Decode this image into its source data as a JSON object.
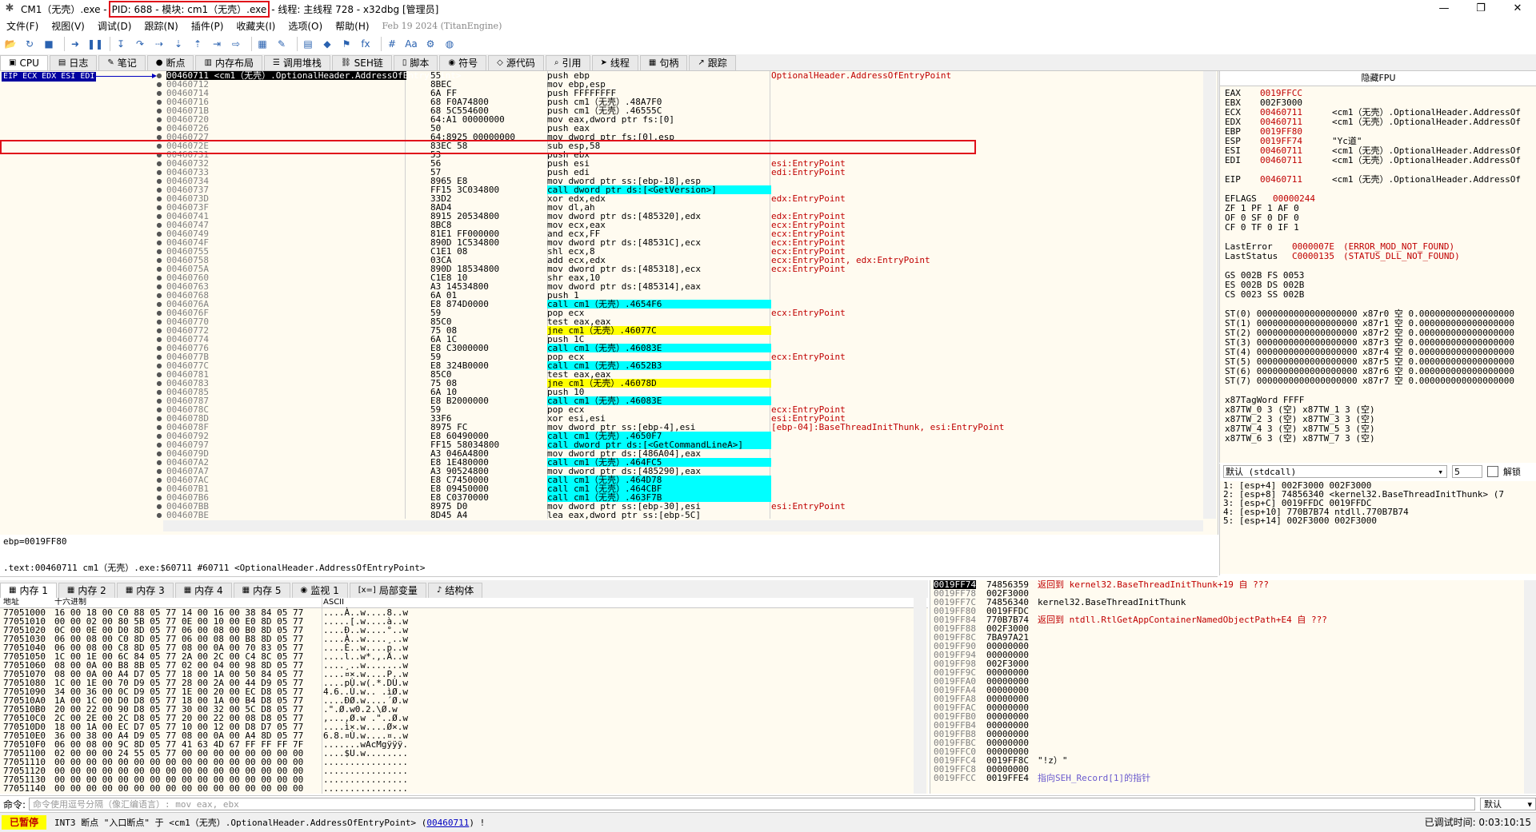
{
  "title": {
    "prefix": "CM1（无壳）.exe - ",
    "pid_module": "PID: 688 - 模块: cm1（无壳）.exe",
    "suffix": " - 线程: 主线程 728 - x32dbg [管理员]"
  },
  "window_controls": {
    "minimize": "—",
    "restore": "❐",
    "close": "✕"
  },
  "menu": {
    "items": [
      "文件(F)",
      "视图(V)",
      "调试(D)",
      "跟踪(N)",
      "插件(P)",
      "收藏夹(I)",
      "选项(O)",
      "帮助(H)"
    ],
    "build_info": "Feb 19 2024 (TitanEngine)"
  },
  "toolbar": {
    "icons": [
      "open-icon",
      "restart-icon",
      "stop-icon",
      "run-icon",
      "pause-icon",
      "step-into-icon",
      "step-over-icon",
      "trace-into-icon",
      "trace-over-icon",
      "execute-till-return-icon",
      "run-to-user-code-icon",
      "animate-icon",
      "patch-icon",
      "comment-icon",
      "bookmark-icon",
      "label-icon",
      "function-icon",
      "hash-icon",
      "font-icon",
      "options-icon",
      "calculator-icon",
      "globe-icon"
    ],
    "glyphs": [
      "📂",
      "↻",
      "■",
      "➜",
      "❚❚",
      "↧",
      "↷",
      "⇢",
      "⇣",
      "⇡",
      "⇥",
      "⇨",
      "▦",
      "✎",
      "▤",
      "◆",
      "⚑",
      "fx",
      "#",
      "Aa",
      "⚙",
      "◍"
    ]
  },
  "tabs": [
    {
      "label": "CPU",
      "icon": "cpu-icon",
      "glyph": "▣",
      "active": true
    },
    {
      "label": "日志",
      "icon": "log-icon",
      "glyph": "▤"
    },
    {
      "label": "笔记",
      "icon": "notes-icon",
      "glyph": "✎"
    },
    {
      "label": "断点",
      "icon": "breakpoint-icon",
      "glyph": "●"
    },
    {
      "label": "内存布局",
      "icon": "memory-map-icon",
      "glyph": "▥"
    },
    {
      "label": "调用堆栈",
      "icon": "call-stack-icon",
      "glyph": "☰"
    },
    {
      "label": "SEH链",
      "icon": "seh-icon",
      "glyph": "⛓"
    },
    {
      "label": "脚本",
      "icon": "script-icon",
      "glyph": "▯"
    },
    {
      "label": "符号",
      "icon": "symbols-icon",
      "glyph": "◉"
    },
    {
      "label": "源代码",
      "icon": "source-icon",
      "glyph": "◇"
    },
    {
      "label": "引用",
      "icon": "references-icon",
      "glyph": "⌕"
    },
    {
      "label": "线程",
      "icon": "threads-icon",
      "glyph": "➤"
    },
    {
      "label": "句柄",
      "icon": "handles-icon",
      "glyph": "▦"
    },
    {
      "label": "跟踪",
      "icon": "trace-icon",
      "glyph": "↗"
    }
  ],
  "disasm": {
    "eip_label": "EIP ECX EDX ESI EDI",
    "rows": [
      {
        "addr": "00460711 <cm1（无壳）.OptionalHeader.AddressOfEntryPoint>",
        "bytes": "55",
        "asm": "push ebp",
        "cmt": "OptionalHeader.AddressOfEntryPoint",
        "cur": true
      },
      {
        "addr": "00460712",
        "bytes": "8BEC",
        "asm": "mov ebp,esp",
        "cmt": ""
      },
      {
        "addr": "00460714",
        "bytes": "6A FF",
        "asm": "push FFFFFFFF",
        "cmt": ""
      },
      {
        "addr": "00460716",
        "bytes": "68 F0A74800",
        "asm": "push cm1（无壳）.48A7F0",
        "cmt": ""
      },
      {
        "addr": "0046071B",
        "bytes": "68 5C554600",
        "asm": "push cm1（无壳）.46555C",
        "cmt": ""
      },
      {
        "addr": "00460720",
        "bytes": "64:A1 00000000",
        "asm": "mov eax,dword ptr fs:[0]",
        "cmt": ""
      },
      {
        "addr": "00460726",
        "bytes": "50",
        "asm": "push eax",
        "cmt": ""
      },
      {
        "addr": "00460727",
        "bytes": "64:8925 00000000",
        "asm": "mov dword ptr fs:[0],esp",
        "cmt": ""
      },
      {
        "addr": "0046072E",
        "bytes": "83EC 58",
        "asm": "sub esp,58",
        "cmt": ""
      },
      {
        "addr": "00460731",
        "bytes": "53",
        "asm": "push ebx",
        "cmt": ""
      },
      {
        "addr": "00460732",
        "bytes": "56",
        "asm": "push esi",
        "cmt": "esi:EntryPoint"
      },
      {
        "addr": "00460733",
        "bytes": "57",
        "asm": "push edi",
        "cmt": "edi:EntryPoint"
      },
      {
        "addr": "00460734",
        "bytes": "8965 E8",
        "asm": "mov dword ptr ss:[ebp-18],esp",
        "cmt": ""
      },
      {
        "addr": "00460737",
        "bytes": "FF15 3C034800",
        "asm": "call dword ptr ds:[<GetVersion>]",
        "cmt": "",
        "hl": "call"
      },
      {
        "addr": "0046073D",
        "bytes": "33D2",
        "asm": "xor edx,edx",
        "cmt": "edx:EntryPoint"
      },
      {
        "addr": "0046073F",
        "bytes": "8AD4",
        "asm": "mov dl,ah",
        "cmt": ""
      },
      {
        "addr": "00460741",
        "bytes": "8915 20534800",
        "asm": "mov dword ptr ds:[485320],edx",
        "cmt": "edx:EntryPoint"
      },
      {
        "addr": "00460747",
        "bytes": "8BC8",
        "asm": "mov ecx,eax",
        "cmt": "ecx:EntryPoint"
      },
      {
        "addr": "00460749",
        "bytes": "81E1 FF000000",
        "asm": "and ecx,FF",
        "cmt": "ecx:EntryPoint"
      },
      {
        "addr": "0046074F",
        "bytes": "890D 1C534800",
        "asm": "mov dword ptr ds:[48531C],ecx",
        "cmt": "ecx:EntryPoint"
      },
      {
        "addr": "00460755",
        "bytes": "C1E1 08",
        "asm": "shl ecx,8",
        "cmt": "ecx:EntryPoint"
      },
      {
        "addr": "00460758",
        "bytes": "03CA",
        "asm": "add ecx,edx",
        "cmt": "ecx:EntryPoint, edx:EntryPoint"
      },
      {
        "addr": "0046075A",
        "bytes": "890D 18534800",
        "asm": "mov dword ptr ds:[485318],ecx",
        "cmt": "ecx:EntryPoint"
      },
      {
        "addr": "00460760",
        "bytes": "C1E8 10",
        "asm": "shr eax,10",
        "cmt": ""
      },
      {
        "addr": "00460763",
        "bytes": "A3 14534800",
        "asm": "mov dword ptr ds:[485314],eax",
        "cmt": ""
      },
      {
        "addr": "00460768",
        "bytes": "6A 01",
        "asm": "push 1",
        "cmt": ""
      },
      {
        "addr": "0046076A",
        "bytes": "E8 874D0000",
        "asm": "call cm1（无壳）.4654F6",
        "cmt": "",
        "hl": "call"
      },
      {
        "addr": "0046076F",
        "bytes": "59",
        "asm": "pop ecx",
        "cmt": "ecx:EntryPoint"
      },
      {
        "addr": "00460770",
        "bytes": "85C0",
        "asm": "test eax,eax",
        "cmt": ""
      },
      {
        "addr": "00460772",
        "bytes": "75 08",
        "asm": "jne cm1（无壳）.46077C",
        "cmt": "",
        "hl": "jmp"
      },
      {
        "addr": "00460774",
        "bytes": "6A 1C",
        "asm": "push 1C",
        "cmt": ""
      },
      {
        "addr": "00460776",
        "bytes": "E8 C3000000",
        "asm": "call cm1（无壳）.46083E",
        "cmt": "",
        "hl": "call"
      },
      {
        "addr": "0046077B",
        "bytes": "59",
        "asm": "pop ecx",
        "cmt": "ecx:EntryPoint"
      },
      {
        "addr": "0046077C",
        "bytes": "E8 324B0000",
        "asm": "call cm1（无壳）.4652B3",
        "cmt": "",
        "hl": "call"
      },
      {
        "addr": "00460781",
        "bytes": "85C0",
        "asm": "test eax,eax",
        "cmt": ""
      },
      {
        "addr": "00460783",
        "bytes": "75 08",
        "asm": "jne cm1（无壳）.46078D",
        "cmt": "",
        "hl": "jmp"
      },
      {
        "addr": "00460785",
        "bytes": "6A 10",
        "asm": "push 10",
        "cmt": ""
      },
      {
        "addr": "00460787",
        "bytes": "E8 B2000000",
        "asm": "call cm1（无壳）.46083E",
        "cmt": "",
        "hl": "call"
      },
      {
        "addr": "0046078C",
        "bytes": "59",
        "asm": "pop ecx",
        "cmt": "ecx:EntryPoint"
      },
      {
        "addr": "0046078D",
        "bytes": "33F6",
        "asm": "xor esi,esi",
        "cmt": "esi:EntryPoint"
      },
      {
        "addr": "0046078F",
        "bytes": "8975 FC",
        "asm": "mov dword ptr ss:[ebp-4],esi",
        "cmt": "[ebp-04]:BaseThreadInitThunk, esi:EntryPoint"
      },
      {
        "addr": "00460792",
        "bytes": "E8 60490000",
        "asm": "call cm1（无壳）.4650F7",
        "cmt": "",
        "hl": "call"
      },
      {
        "addr": "00460797",
        "bytes": "FF15 58034800",
        "asm": "call dword ptr ds:[<GetCommandLineA>]",
        "cmt": "",
        "hl": "call"
      },
      {
        "addr": "0046079D",
        "bytes": "A3 046A4800",
        "asm": "mov dword ptr ds:[486A04],eax",
        "cmt": ""
      },
      {
        "addr": "004607A2",
        "bytes": "E8 1E480000",
        "asm": "call cm1（无壳）.464FC5",
        "cmt": "",
        "hl": "call"
      },
      {
        "addr": "004607A7",
        "bytes": "A3 90524800",
        "asm": "mov dword ptr ds:[485290],eax",
        "cmt": ""
      },
      {
        "addr": "004607AC",
        "bytes": "E8 C7450000",
        "asm": "call cm1（无壳）.464D78",
        "cmt": "",
        "hl": "call"
      },
      {
        "addr": "004607B1",
        "bytes": "E8 09450000",
        "asm": "call cm1（无壳）.464CBF",
        "cmt": "",
        "hl": "call"
      },
      {
        "addr": "004607B6",
        "bytes": "E8 C0370000",
        "asm": "call cm1（无壳）.463F7B",
        "cmt": "",
        "hl": "call"
      },
      {
        "addr": "004607BB",
        "bytes": "8975 D0",
        "asm": "mov dword ptr ss:[ebp-30],esi",
        "cmt": "esi:EntryPoint"
      },
      {
        "addr": "004607BE",
        "bytes": "8D45 A4",
        "asm": "lea eax,dword ptr ss:[ebp-5C]",
        "cmt": ""
      }
    ]
  },
  "info": {
    "line1": "ebp=0019FF80",
    "line2": ".text:00460711 cm1（无壳）.exe:$60711 #60711 <OptionalHeader.AddressOfEntryPoint>"
  },
  "registers": {
    "header": "隐藏FPU",
    "gp": [
      {
        "name": "EAX",
        "val": "0019FFCC",
        "cmt": ""
      },
      {
        "name": "EBX",
        "val": "002F3000",
        "cmt": "",
        "black": true
      },
      {
        "name": "ECX",
        "val": "00460711",
        "cmt": "<cm1（无壳）.OptionalHeader.AddressOf"
      },
      {
        "name": "EDX",
        "val": "00460711",
        "cmt": "<cm1（无壳）.OptionalHeader.AddressOf"
      },
      {
        "name": "EBP",
        "val": "0019FF80",
        "cmt": ""
      },
      {
        "name": "ESP",
        "val": "0019FF74",
        "cmt": "\"Yc道\""
      },
      {
        "name": "ESI",
        "val": "00460711",
        "cmt": "<cm1（无壳）.OptionalHeader.AddressOf"
      },
      {
        "name": "EDI",
        "val": "00460711",
        "cmt": "<cm1（无壳）.OptionalHeader.AddressOf"
      }
    ],
    "eip": {
      "name": "EIP",
      "val": "00460711",
      "cmt": "<cm1（无壳）.OptionalHeader.AddressOf"
    },
    "eflags": {
      "name": "EFLAGS",
      "val": "00000244"
    },
    "flags": [
      "ZF 1  PF 1  AF 0",
      "OF 0  SF 0  DF 0",
      "CF 0  TF 0  IF 1"
    ],
    "last_error": {
      "name": "LastError",
      "val": "0000007E",
      "cmt": "(ERROR_MOD_NOT_FOUND)"
    },
    "last_status": {
      "name": "LastStatus",
      "val": "C0000135",
      "cmt": "(STATUS_DLL_NOT_FOUND)"
    },
    "segs": [
      "GS 002B  FS 0053",
      "ES 002B  DS 002B",
      "CS 0023  SS 002B"
    ],
    "st": [
      "ST(0) 0000000000000000000 x87r0 空 0.000000000000000000",
      "ST(1) 0000000000000000000 x87r1 空 0.000000000000000000",
      "ST(2) 0000000000000000000 x87r2 空 0.000000000000000000",
      "ST(3) 0000000000000000000 x87r3 空 0.000000000000000000",
      "ST(4) 0000000000000000000 x87r4 空 0.000000000000000000",
      "ST(5) 0000000000000000000 x87r5 空 0.000000000000000000",
      "ST(6) 0000000000000000000 x87r6 空 0.000000000000000000",
      "ST(7) 0000000000000000000 x87r7 空 0.000000000000000000"
    ],
    "tagword": "x87TagWord FFFF",
    "tw": [
      "x87TW_0 3 (空)      x87TW_1 3 (空)",
      "x87TW_2 3 (空)      x87TW_3 3 (空)",
      "x87TW_4 3 (空)      x87TW_5 3 (空)",
      "x87TW_6 3 (空)      x87TW_7 3 (空)"
    ]
  },
  "args": {
    "callconv": "默认 (stdcall)",
    "count": "5",
    "lock_label": "解锁",
    "rows": [
      "1: [esp+4] 002F3000 002F3000",
      "2: [esp+8] 74856340 <kernel32.BaseThreadInitThunk> (7",
      "3: [esp+C] 0019FFDC 0019FFDC",
      "4: [esp+10] 770B7B74 ntdll.770B7B74",
      "5: [esp+14] 002F3000 002F3000"
    ]
  },
  "bottom_tabs": [
    {
      "label": "内存 1",
      "icon": "dump-icon",
      "glyph": "▦",
      "active": true
    },
    {
      "label": "内存 2",
      "icon": "dump-icon",
      "glyph": "▦"
    },
    {
      "label": "内存 3",
      "icon": "dump-icon",
      "glyph": "▦"
    },
    {
      "label": "内存 4",
      "icon": "dump-icon",
      "glyph": "▦"
    },
    {
      "label": "内存 5",
      "icon": "dump-icon",
      "glyph": "▦"
    },
    {
      "label": "监视 1",
      "icon": "watch-icon",
      "glyph": "◉"
    },
    {
      "label": "局部变量",
      "icon": "locals-icon",
      "glyph": "[x=]"
    },
    {
      "label": "结构体",
      "icon": "struct-icon",
      "glyph": "♪"
    }
  ],
  "dump": {
    "headers": {
      "addr": "地址",
      "hex": "十六进制",
      "ascii": "ASCII"
    },
    "rows": [
      {
        "addr": "77051000",
        "hex": "16 00 18 00 C0 88 05 77 14 00 16 00 38 84 05 77",
        "asc": "....À..w....8..w"
      },
      {
        "addr": "77051010",
        "hex": "00 00 02 00 80 5B 05 77 0E 00 10 00 E0 8D 05 77",
        "asc": ".....[.w....à..w"
      },
      {
        "addr": "77051020",
        "hex": "0C 00 0E 00 D0 8D 05 77 06 00 08 00 B0 8D 05 77",
        "asc": "....Ð..w....°..w"
      },
      {
        "addr": "77051030",
        "hex": "06 00 08 00 C0 8D 05 77 06 00 08 00 B8 8D 05 77",
        "asc": "....À..w....¸..w"
      },
      {
        "addr": "77051040",
        "hex": "06 00 08 00 C8 8D 05 77 08 00 0A 00 70 83 05 77",
        "asc": "....È..w....p..w"
      },
      {
        "addr": "77051050",
        "hex": "1C 00 1E 00 6C 84 05 77 2A 00 2C 00 C4 8C 05 77",
        "asc": "....l..w*.,.Ä..w"
      },
      {
        "addr": "77051060",
        "hex": "08 00 0A 00 B8 8B 05 77 02 00 04 00 98 8D 05 77",
        "asc": "....¸..w.......w"
      },
      {
        "addr": "77051070",
        "hex": "08 00 0A 00 A4 D7 05 77 18 00 1A 00 50 84 05 77",
        "asc": "....¤×.w....P..w"
      },
      {
        "addr": "77051080",
        "hex": "1C 00 1E 00 70 D9 05 77 28 00 2A 00 44 D9 05 77",
        "asc": "....pÙ.w(.*.DÙ.w"
      },
      {
        "addr": "77051090",
        "hex": "34 00 36 00 0C D9 05 77 1E 00 20 00 EC D8 05 77",
        "asc": "4.6..Ù.w.. .ìØ.w"
      },
      {
        "addr": "770510A0",
        "hex": "1A 00 1C 00 D0 D8 05 77 18 00 1A 00 B4 D8 05 77",
        "asc": "....ÐØ.w....´Ø.w"
      },
      {
        "addr": "770510B0",
        "hex": "20 00 22 00 90 D8 05 77 30 00 32 00 5C D8 05 77",
        "asc": " .\".Ø.w0.2.\\Ø.w"
      },
      {
        "addr": "770510C0",
        "hex": "2C 00 2E 00 2C D8 05 77 20 00 22 00 08 D8 05 77",
        "asc": ",...,Ø.w .\"..Ø.w"
      },
      {
        "addr": "770510D0",
        "hex": "18 00 1A 00 EC D7 05 77 10 00 12 00 D8 D7 05 77",
        "asc": "....ì×.w....Ø×.w"
      },
      {
        "addr": "770510E0",
        "hex": "36 00 38 00 A4 D9 05 77 08 00 0A 00 A4 8D 05 77",
        "asc": "6.8.¤Ù.w....¤..w"
      },
      {
        "addr": "770510F0",
        "hex": "06 00 08 00 9C 8D 05 77 41 63 4D 67 FF FF FF 7F",
        "asc": ".......wAcMgÿÿÿ."
      },
      {
        "addr": "77051100",
        "hex": "02 00 00 00 24 55 05 77 00 00 00 00 00 00 00 00",
        "asc": "....$U.w........"
      },
      {
        "addr": "77051110",
        "hex": "00 00 00 00 00 00 00 00 00 00 00 00 00 00 00 00",
        "asc": "................"
      },
      {
        "addr": "77051120",
        "hex": "00 00 00 00 00 00 00 00 00 00 00 00 00 00 00 00",
        "asc": "................"
      },
      {
        "addr": "77051130",
        "hex": "00 00 00 00 00 00 00 00 00 00 00 00 00 00 00 00",
        "asc": "................"
      },
      {
        "addr": "77051140",
        "hex": "00 00 00 00 00 00 00 00 00 00 00 00 00 00 00 00",
        "asc": "................"
      }
    ]
  },
  "stack": {
    "rows": [
      {
        "addr": "0019FF74",
        "val": "74856359",
        "cmt": "返回到 kernel32.BaseThreadInitThunk+19 自 ???",
        "cur": true,
        "color": "red"
      },
      {
        "addr": "0019FF78",
        "val": "002F3000",
        "cmt": ""
      },
      {
        "addr": "0019FF7C",
        "val": "74856340",
        "cmt": "kernel32.BaseThreadInitThunk"
      },
      {
        "addr": "0019FF80",
        "val": "0019FFDC",
        "cmt": ""
      },
      {
        "addr": "0019FF84",
        "val": "770B7B74",
        "cmt": "返回到 ntdll.RtlGetAppContainerNamedObjectPath+E4 自 ???",
        "color": "red"
      },
      {
        "addr": "0019FF88",
        "val": "002F3000",
        "cmt": ""
      },
      {
        "addr": "0019FF8C",
        "val": "7BA97A21",
        "cmt": ""
      },
      {
        "addr": "0019FF90",
        "val": "00000000",
        "cmt": ""
      },
      {
        "addr": "0019FF94",
        "val": "00000000",
        "cmt": ""
      },
      {
        "addr": "0019FF98",
        "val": "002F3000",
        "cmt": ""
      },
      {
        "addr": "0019FF9C",
        "val": "00000000",
        "cmt": ""
      },
      {
        "addr": "0019FFA0",
        "val": "00000000",
        "cmt": ""
      },
      {
        "addr": "0019FFA4",
        "val": "00000000",
        "cmt": ""
      },
      {
        "addr": "0019FFA8",
        "val": "00000000",
        "cmt": ""
      },
      {
        "addr": "0019FFAC",
        "val": "00000000",
        "cmt": ""
      },
      {
        "addr": "0019FFB0",
        "val": "00000000",
        "cmt": ""
      },
      {
        "addr": "0019FFB4",
        "val": "00000000",
        "cmt": ""
      },
      {
        "addr": "0019FFB8",
        "val": "00000000",
        "cmt": ""
      },
      {
        "addr": "0019FFBC",
        "val": "00000000",
        "cmt": ""
      },
      {
        "addr": "0019FFC0",
        "val": "00000000",
        "cmt": ""
      },
      {
        "addr": "0019FFC4",
        "val": "0019FF8C",
        "cmt": "\"!z）\""
      },
      {
        "addr": "0019FFC8",
        "val": "00000000",
        "cmt": ""
      },
      {
        "addr": "0019FFCC",
        "val": "0019FFE4",
        "cmt": "指向SEH_Record[1]的指针",
        "color": "blue"
      }
    ]
  },
  "command": {
    "label": "命令:",
    "placeholder": "命令使用逗号分隔（像汇编语言）: mov eax, ebx",
    "default": "默认"
  },
  "status": {
    "state": "已暂停",
    "msg": "INT3 断点 \"入口断点\" 于 <cm1（无壳）.OptionalHeader.AddressOfEntryPoint> (",
    "link": "00460711",
    "msg_end": ") !",
    "time": "已调试时间: 0:03:10:15"
  }
}
